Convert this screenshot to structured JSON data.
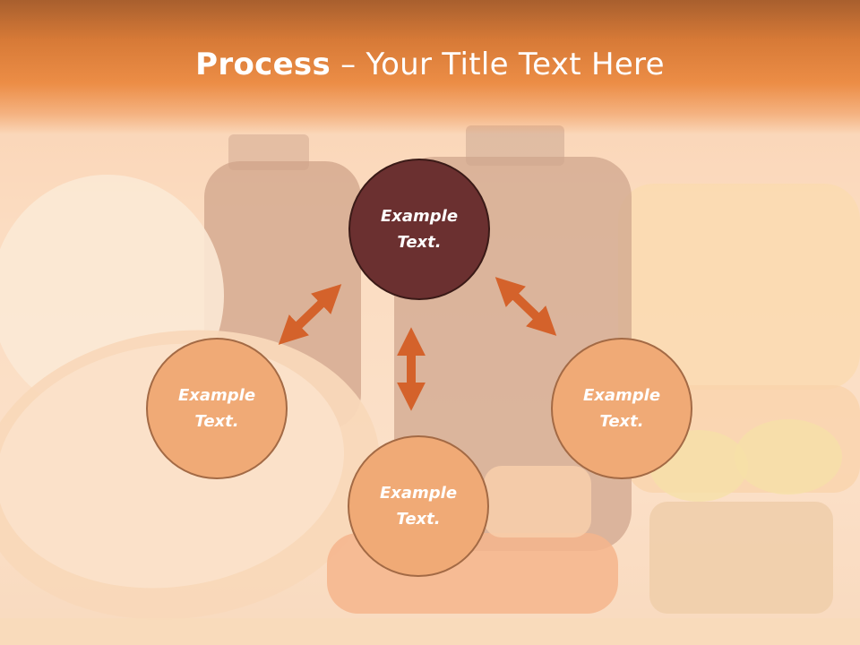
{
  "slide": {
    "title_bold": "Process",
    "title_rest": " – Your Title Text Here"
  },
  "nodes": {
    "top": "Example\nText.",
    "left": "Example\nText.",
    "bottom": "Example\nText.",
    "right": "Example\nText."
  },
  "colors": {
    "header": "#e8853e",
    "dark_circle": "#6b3030",
    "light_circle": "#f0aa76",
    "arrow": "#d4622b"
  }
}
